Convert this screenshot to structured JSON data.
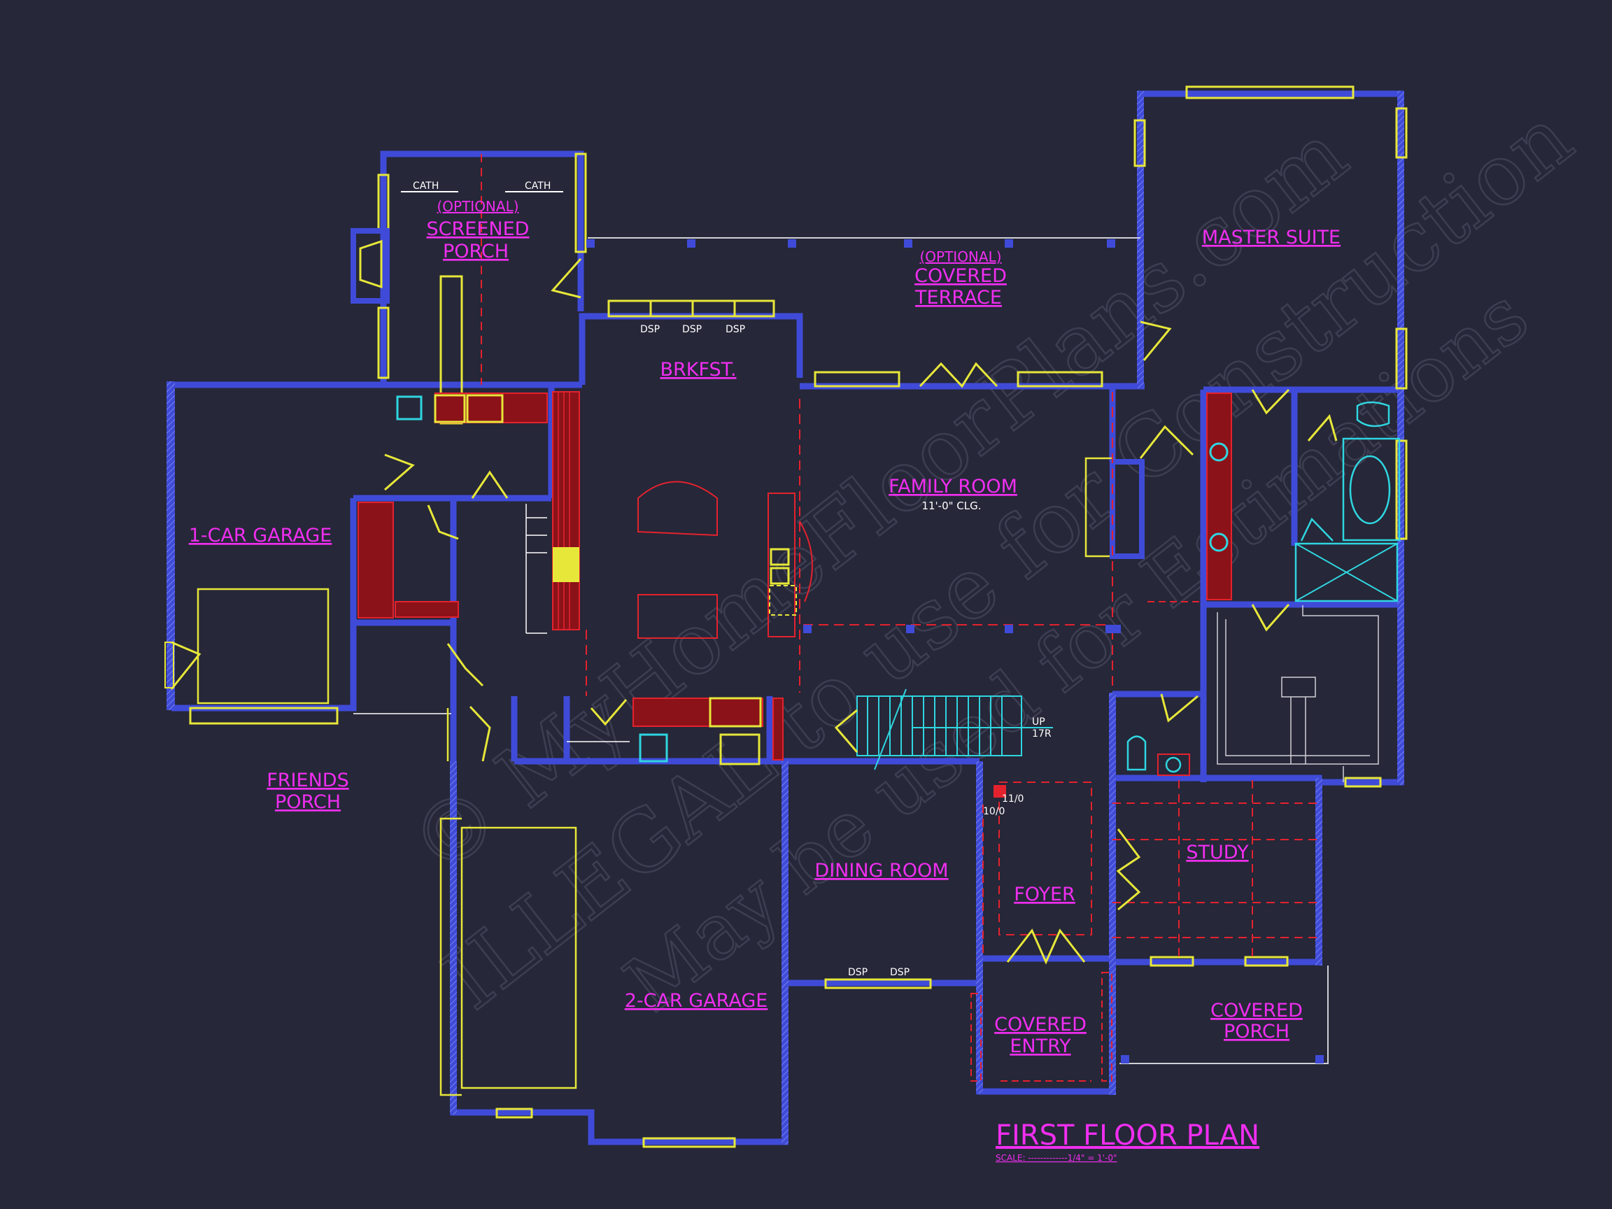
{
  "plan": {
    "title": "FIRST FLOOR PLAN",
    "scale": "SCALE: -------------1/4\" = 1'-0\""
  },
  "colors": {
    "background": "#262738",
    "wall": "#3f4bd8",
    "wall_hatch": "#6a74e8",
    "label": "#f02ef0",
    "window": "#e7e73a",
    "red": "#e4222e",
    "cyan": "#2fd6e0",
    "white": "#ffffff"
  },
  "watermark": {
    "line1": "© MyHomeFloorPlans.com",
    "line2": "ILLEGAL to use for Construction",
    "line3": "May be used for Estimations"
  },
  "rooms": {
    "screened_porch_optional": "(OPTIONAL)",
    "screened_porch_1": "SCREENED",
    "screened_porch_2": "PORCH",
    "covered_terrace_optional": "(OPTIONAL)",
    "covered_terrace_1": "COVERED",
    "covered_terrace_2": "TERRACE",
    "master_suite": "MASTER SUITE",
    "brkfst": "BRKFST.",
    "family_room": "FAMILY ROOM",
    "family_room_clg": "11'-0\" CLG.",
    "one_car_garage": "1-CAR GARAGE",
    "friends_porch_1": "FRIENDS",
    "friends_porch_2": "PORCH",
    "dining_room": "DINING ROOM",
    "foyer": "FOYER",
    "study": "STUDY",
    "two_car_garage": "2-CAR GARAGE",
    "covered_entry_1": "COVERED",
    "covered_entry_2": "ENTRY",
    "covered_porch_1": "COVERED",
    "covered_porch_2": "PORCH"
  },
  "notes": {
    "cath": "CATH",
    "dsp": "DSP",
    "up": "UP",
    "risers": "17R",
    "door_11": "11/0",
    "door_10": "10/0"
  }
}
